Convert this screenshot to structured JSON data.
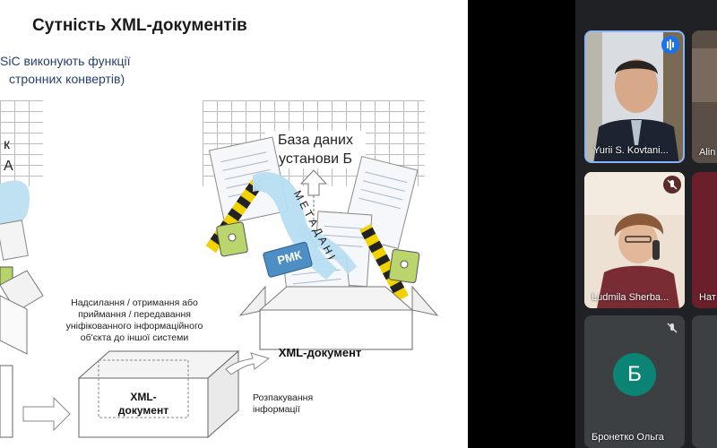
{
  "slide": {
    "title": "Сутність XML-документів",
    "subtitle_line1": "SiC виконують функції",
    "subtitle_line2": "стронних конвертів)",
    "left_partial_line1": "к",
    "left_partial_line2": "А",
    "database_label": "База даних установи Б",
    "metadata_label": "М Е Т А Д А Н І",
    "rmk_label": "РМК",
    "caption_send": "Надсилання / отримання або приймання / передавання уніфікованного інформаційного об'єкта до іншої системи",
    "xml_document_box": "XML-документ",
    "xml_document_small_line1": "XML-",
    "xml_document_small_line2": "документ",
    "caption_unpack": "Розпакування інформації"
  },
  "participants": [
    {
      "name": "Yurii S. Kovtani...",
      "speaking": true
    },
    {
      "name": "Alin",
      "speaking": false
    },
    {
      "name": "Ludmila Sherba...",
      "speaking": false
    },
    {
      "name": "Нат",
      "speaking": false
    },
    {
      "name": "Бронетко Ольга",
      "avatar_letter": "Б",
      "muted": true
    },
    {
      "name": "",
      "muted": false
    }
  ],
  "colors": {
    "panel_bg": "#202124",
    "avatar": "#0b8375",
    "speaking_border": "#8ab4f8"
  }
}
